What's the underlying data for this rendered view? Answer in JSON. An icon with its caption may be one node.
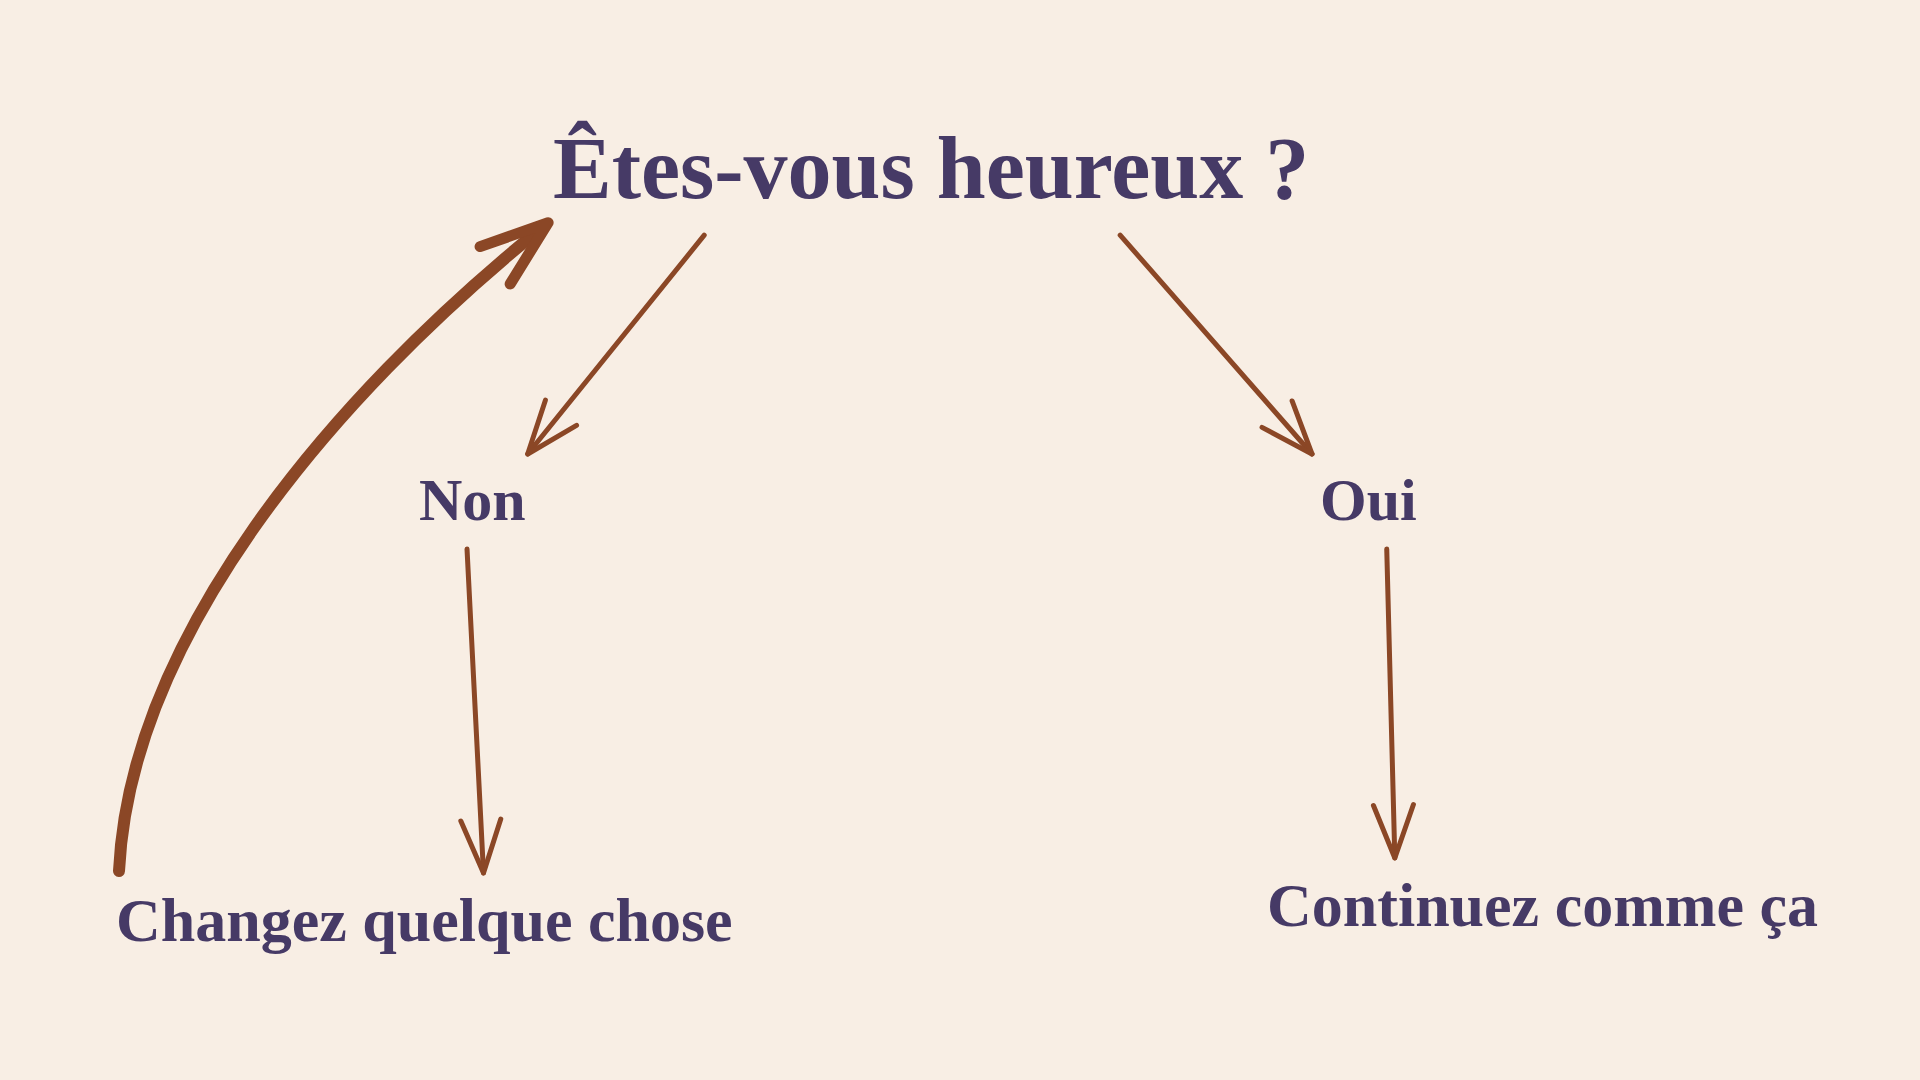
{
  "diagram": {
    "nodes": [
      {
        "text": [
          "Êtes-vous heureux ?"
        ]
      },
      {
        "text": [
          "Non"
        ]
      },
      {
        "text": [
          "Oui"
        ]
      },
      {
        "text": [
          "Changez quelque chose"
        ]
      },
      {
        "text": [
          "Continuez comme ça"
        ]
      }
    ],
    "edges": [
      {
        "from": 0,
        "to": 1,
        "arrow": "to"
      },
      {
        "from": 0,
        "to": 2,
        "arrow": "to"
      },
      {
        "from": 1,
        "to": 3,
        "arrow": "to"
      },
      {
        "from": 2,
        "to": 4,
        "arrow": "to"
      },
      {
        "from": 3,
        "to": 0,
        "arrow": "to",
        "style": "thick"
      }
    ]
  }
}
